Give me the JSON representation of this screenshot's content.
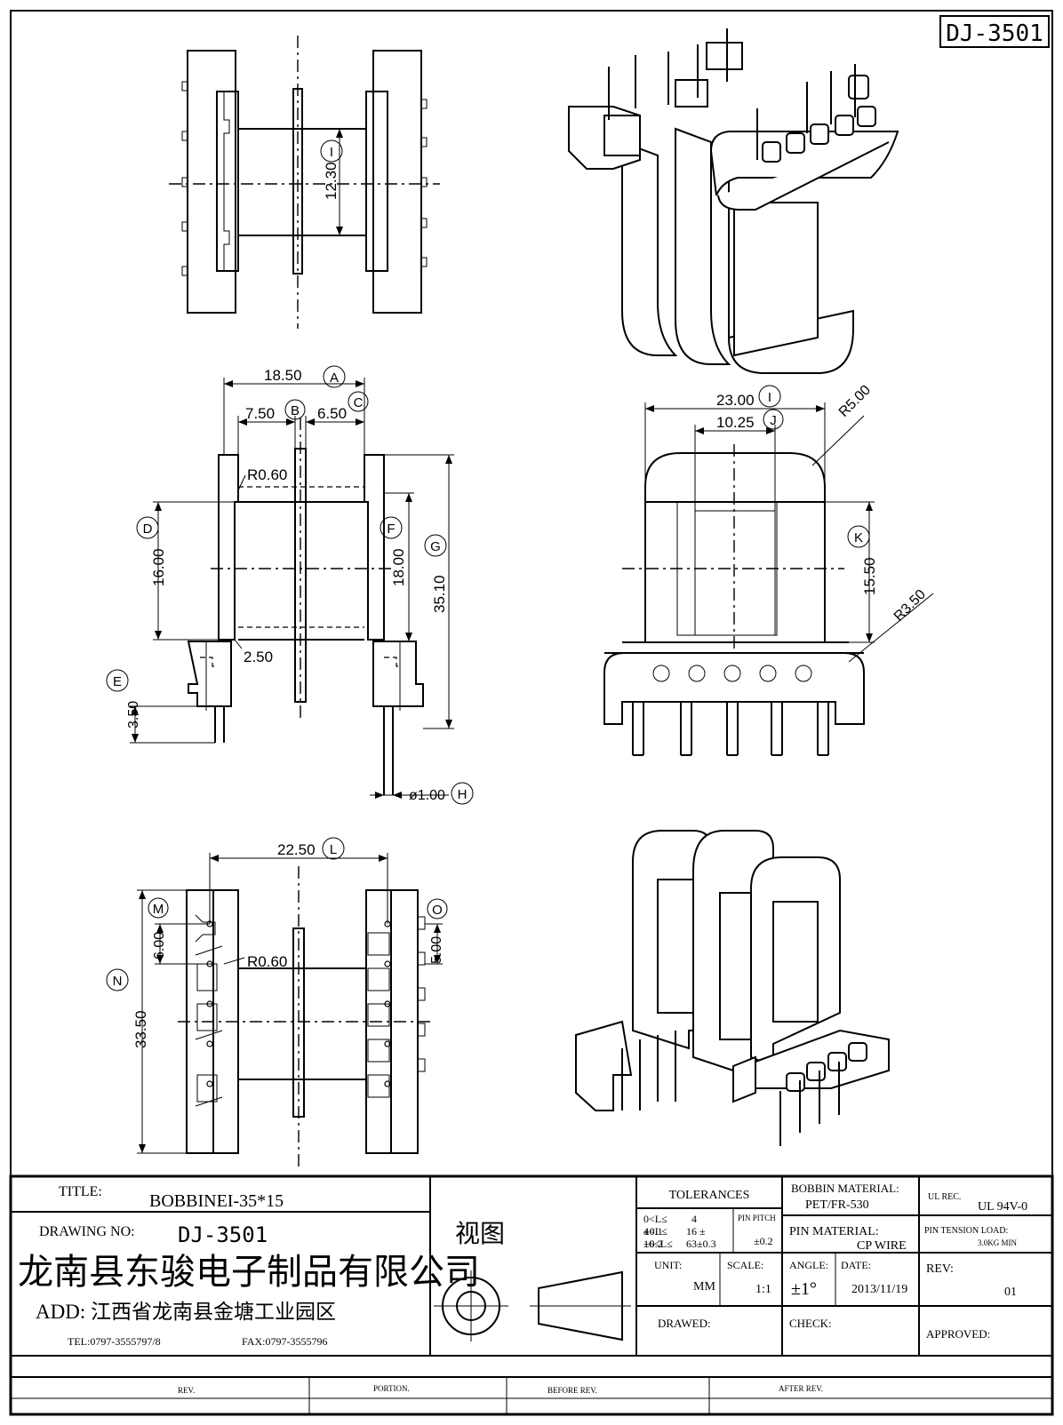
{
  "drawing": {
    "code_box": "DJ-3501",
    "dimensions": {
      "d_12_30": "12.30",
      "d_18_50": "18.50",
      "d_7_50": "7.50",
      "d_6_50": "6.50",
      "r060": "R0.60",
      "d_16_00": "16.00",
      "d_18_00": "18.00",
      "d_35_10": "35.10",
      "d_2_50": "2.50",
      "d_3_50": "3.50",
      "phi100": "ø1.00",
      "d_23_00": "23.00",
      "d_10_25": "10.25",
      "r500": "R5.00",
      "d_15_50": "15.50",
      "r350": "R3.50",
      "d_22_50": "22.50",
      "d_6_00": "6.00",
      "r060b": "R0.60",
      "d_5_00": "5.00",
      "d_33_50": "33.50"
    },
    "balloons": {
      "A": "A",
      "B": "B",
      "C": "C",
      "D": "D",
      "E": "E",
      "F": "F",
      "G": "G",
      "H": "H",
      "I": "I",
      "J": "J",
      "K": "K",
      "L": "L",
      "M": "M",
      "N": "N",
      "O": "O",
      "I_top": "I"
    }
  },
  "title_block": {
    "title_label": "TITLE:",
    "title_value": "BOBBINEI-35*15",
    "drawing_no_label": "DRAWING NO:",
    "drawing_no_value": "DJ-3501",
    "company": "龙南县东骏电子制品有限公司",
    "address": "ADD: 江西省龙南县金塘工业园区",
    "tel": "TEL:0797-3555797/8",
    "fax": "FAX:0797-3555796",
    "view_label": "视图",
    "tolerances_label": "TOLERANCES",
    "tol_r1a": "0<L≤",
    "tol_r1b": "4",
    "tol_r2a": "4<L≤",
    "tol_r2b": "16 ±",
    "tol_r3a": "16<L≤",
    "tol_r3b": "63±0.3",
    "tol_r2c": "±0.1",
    "tol_r3c": "±0.2",
    "pin_pitch_label": "PIN PITCH",
    "pin_pitch_value": "±0.2",
    "unit_label": "UNIT:",
    "unit_value": "MM",
    "scale_label": "SCALE:",
    "scale_value": "1:1",
    "angle_label": "ANGLE:",
    "angle_value": "±1°",
    "date_label": "DATE:",
    "date_value": "2013/11/19",
    "bobbin_material_label": "BOBBIN MATERIAL:",
    "bobbin_material_value": "PET/FR-530",
    "pin_material_label": "PIN MATERIAL:",
    "pin_material_value": "CP WIRE",
    "ul_rec_label": "UL REC.",
    "ul_rec_value": "UL 94V-0",
    "pin_tension_label": "PIN TENSION LOAD:",
    "pin_tension_value": "3.0KG MIN",
    "rev_label": "REV:",
    "rev_value": "01",
    "drawed_label": "DRAWED:",
    "check_label": "CHECK:",
    "approved_label": "APPROVED:",
    "bottom_rev": "REV.",
    "bottom_portion": "PORTION.",
    "bottom_before": "BEFORE REV.",
    "bottom_after": "AFTER REV."
  }
}
